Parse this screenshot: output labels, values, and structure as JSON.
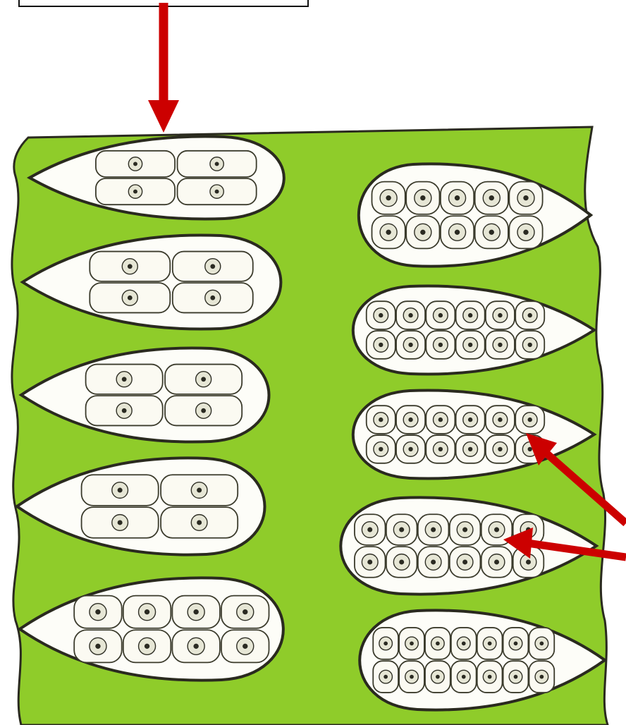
{
  "figure": {
    "label_box_text": "",
    "tissue_color": "#8fcc2a",
    "tissue_edge_color": "#2a2a1f",
    "cavity_fill": "#fdfdf8",
    "cell_fill": "#f6f4dc",
    "cell_stroke": "#3b3b2c",
    "arrow_color": "#cc0000"
  },
  "sacs": [
    {
      "name": "left-sac-1",
      "cells": 4,
      "stage": "tetrad"
    },
    {
      "name": "left-sac-2",
      "cells": 4,
      "stage": "tetrad"
    },
    {
      "name": "left-sac-3",
      "cells": 4,
      "stage": "tetrad"
    },
    {
      "name": "left-sac-4",
      "cells": 4,
      "stage": "tetrad"
    },
    {
      "name": "left-sac-5",
      "cells": 8,
      "stage": "dividing"
    },
    {
      "name": "right-sac-1",
      "cells": 10,
      "stage": "many-cell"
    },
    {
      "name": "right-sac-2",
      "cells": 12,
      "stage": "many-cell"
    },
    {
      "name": "right-sac-3",
      "cells": 12,
      "stage": "many-cell"
    },
    {
      "name": "right-sac-4",
      "cells": 12,
      "stage": "many-cell"
    },
    {
      "name": "right-sac-5",
      "cells": 14,
      "stage": "many-cell"
    }
  ],
  "arrows": [
    {
      "name": "arrow-down-to-top-sac",
      "icon": "arrow-down-icon"
    },
    {
      "name": "arrow-to-right-sac-3",
      "icon": "arrow-left-icon"
    },
    {
      "name": "arrow-to-right-sac-4",
      "icon": "arrow-left-icon"
    }
  ]
}
